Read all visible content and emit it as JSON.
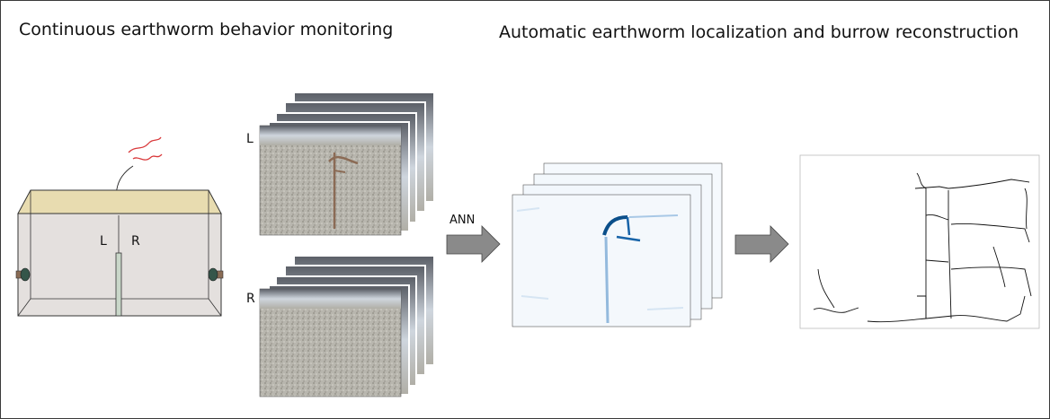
{
  "titles": {
    "left": "Continuous earthworm behavior monitoring",
    "right": "Automatic earthworm localization and burrow reconstruction"
  },
  "apparatus": {
    "left_label": "L",
    "right_label": "R"
  },
  "image_stacks": {
    "top_label": "L",
    "bottom_label": "R"
  },
  "arrows": {
    "ann_label": "ANN"
  },
  "colors": {
    "worm": "#d9383a",
    "box_top": "#e8dcb0",
    "box_body": "#e4e0de",
    "arrow_gray": "#8a8a8a",
    "heatmap_blue": "#0b4f8a",
    "heatmap_light": "#eef4fb"
  }
}
